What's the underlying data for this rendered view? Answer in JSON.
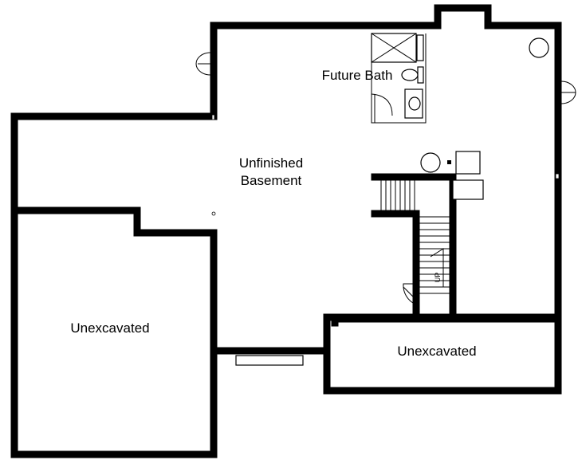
{
  "rooms": {
    "future_bath": "Future Bath",
    "unfinished_line1": "Unfinished",
    "unfinished_line2": "Basement",
    "unexcavated_left": "Unexcavated",
    "unexcavated_right": "Unexcavated"
  },
  "stairs": {
    "direction_label": "UP"
  }
}
